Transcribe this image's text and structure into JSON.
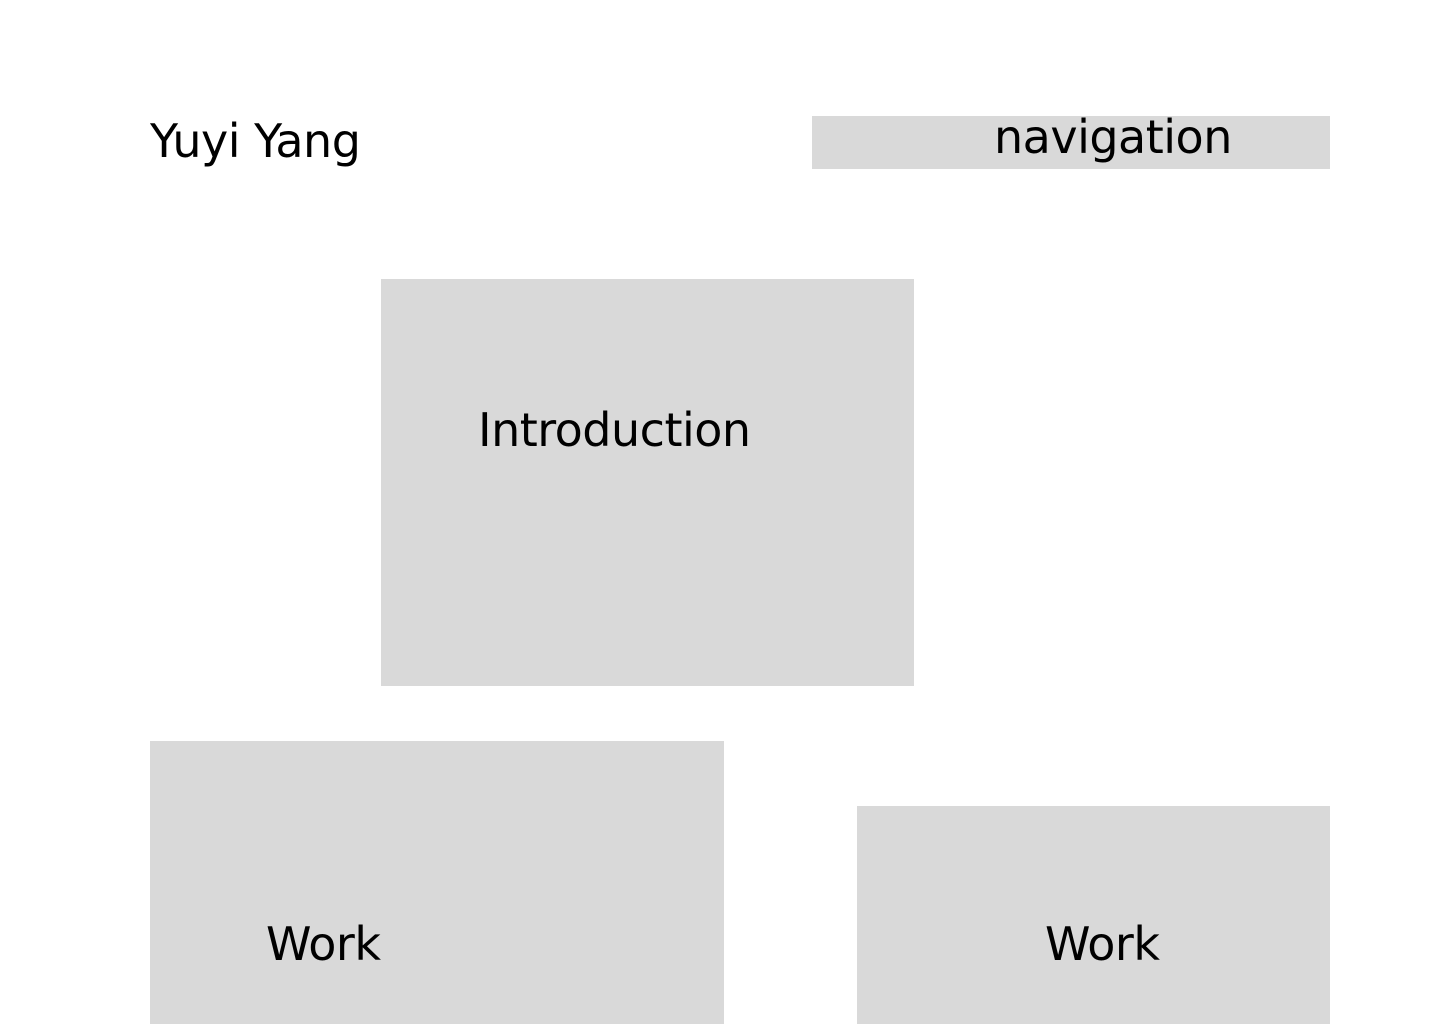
{
  "header": {
    "site_title": "Yuyi Yang",
    "navigation_label": "navigation"
  },
  "main": {
    "intro_label": "Introduction",
    "work_items": [
      {
        "label": "Work"
      },
      {
        "label": "Work"
      }
    ]
  },
  "colors": {
    "background": "#ffffff",
    "placeholder_block": "#d9d9d9",
    "text": "#000000"
  }
}
